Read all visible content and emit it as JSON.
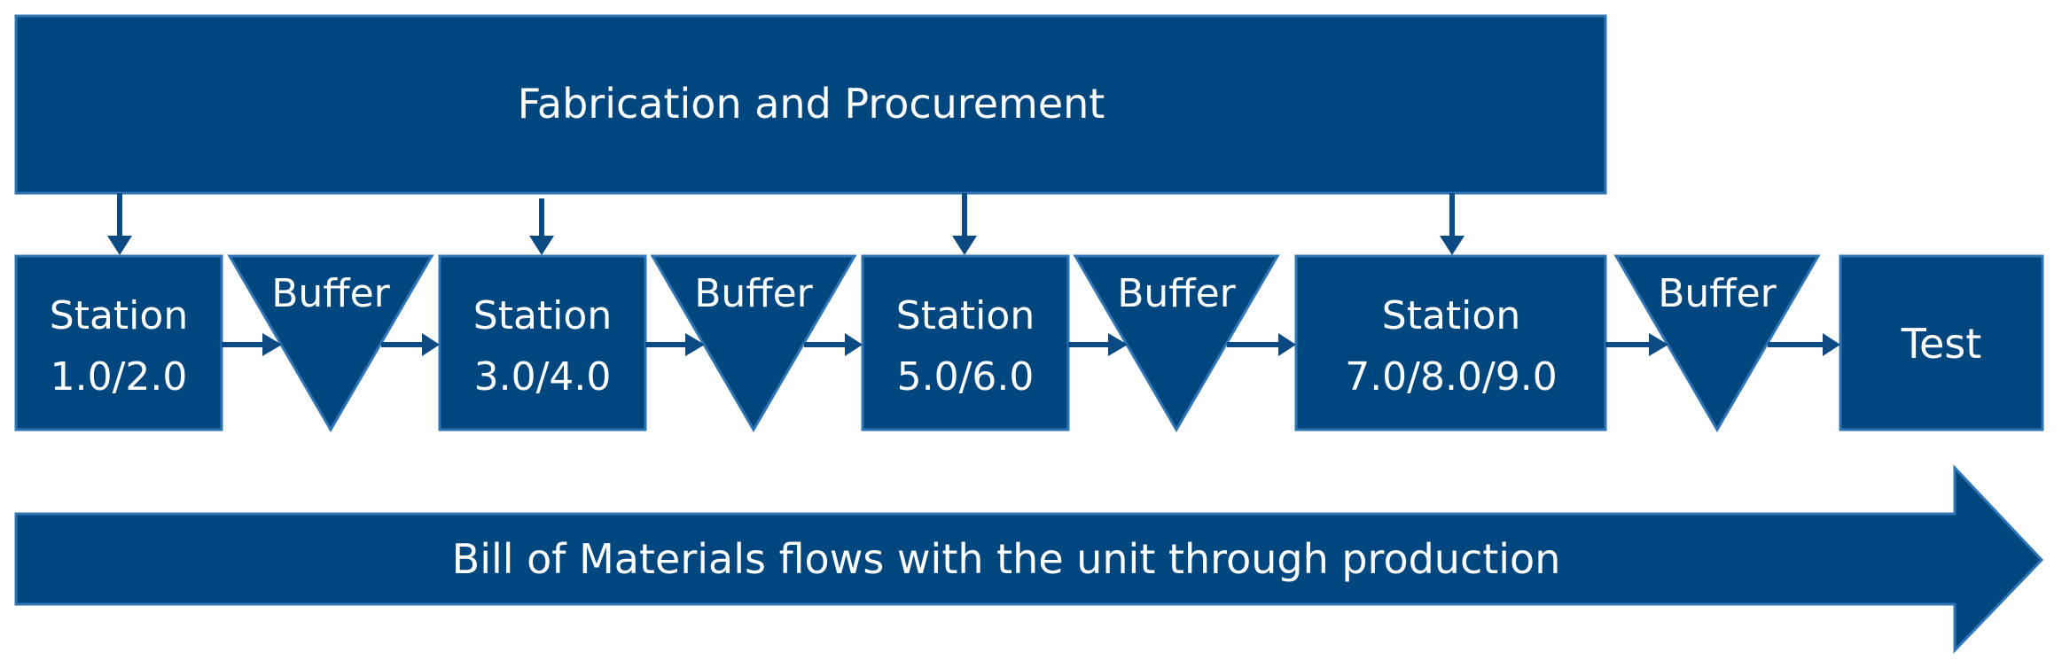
{
  "diagram": {
    "fabrication_label": "Fabrication and Procurement",
    "stations": [
      {
        "line1": "Station",
        "line2": "1.0/2.0"
      },
      {
        "line1": "Station",
        "line2": "3.0/4.0"
      },
      {
        "line1": "Station",
        "line2": "5.0/6.0"
      },
      {
        "line1": "Station",
        "line2": "7.0/8.0/9.0"
      }
    ],
    "buffer_label": "Buffer",
    "test_label": "Test",
    "flow_label": "Bill of Materials flows with the unit through production"
  },
  "colors": {
    "fill": "#00467f",
    "outline": "#2e75b6",
    "connector": "#0b4a82",
    "text": "#ffffff"
  }
}
